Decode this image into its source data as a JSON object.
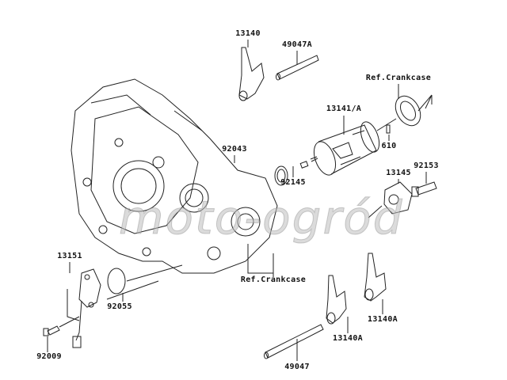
{
  "watermark": "moto-ogród",
  "labels": {
    "fork_top": "13140",
    "shaft_top": "49047A",
    "ref_crankcase_top": "Ref.Crankcase",
    "shift_drum": "13141/A",
    "pin": "610",
    "pin_92043": "92043",
    "spring": "92145",
    "cam": "13145",
    "bolt_92153": "92153",
    "ref_crankcase_bottom": "Ref.Crankcase",
    "sensor": "13151",
    "oring": "92055",
    "bolt_92009": "92009",
    "fork_right": "13140A",
    "fork_middle": "13140A",
    "shaft_bottom": "49047"
  },
  "colors": {
    "line": "#222222",
    "watermark": "#bebebe"
  }
}
